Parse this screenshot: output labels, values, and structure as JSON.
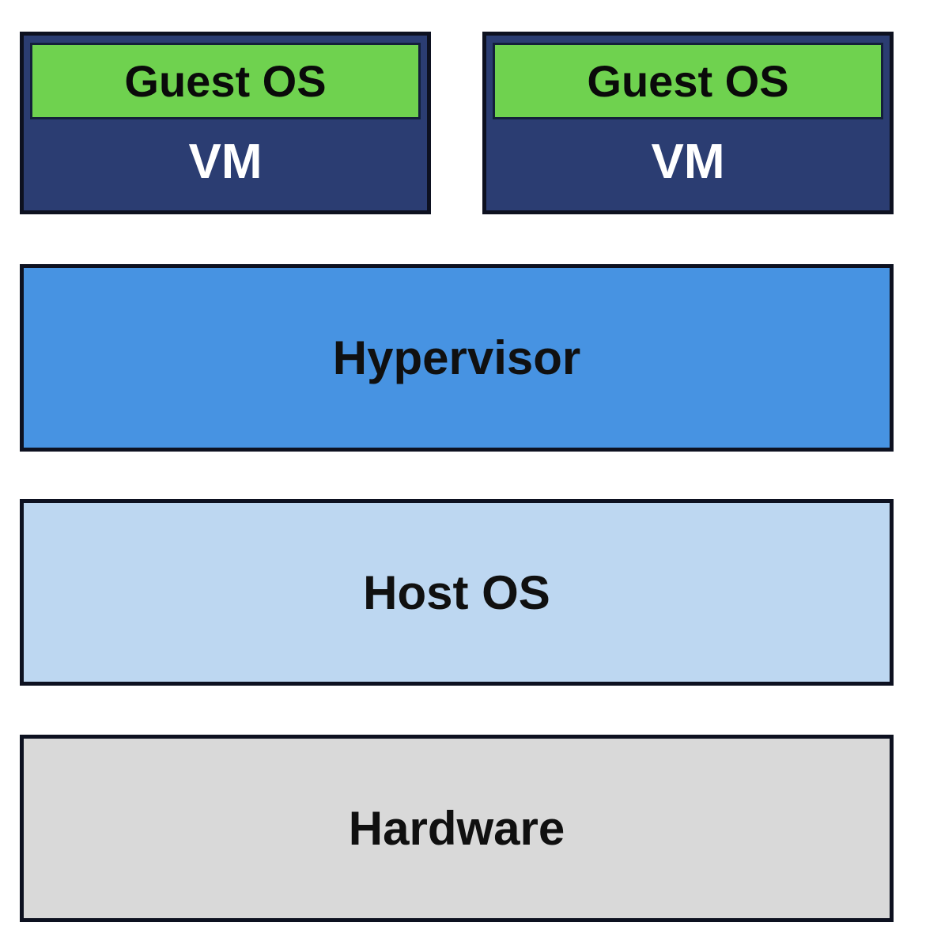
{
  "diagram": {
    "type": "virtualization-stack-diagram",
    "vms": [
      {
        "guest_os_label": "Guest OS",
        "vm_label": "VM"
      },
      {
        "guest_os_label": "Guest OS",
        "vm_label": "VM"
      }
    ],
    "layers": [
      {
        "id": "hypervisor",
        "label": "Hypervisor",
        "fill": "#4793e2"
      },
      {
        "id": "host-os",
        "label": "Host OS",
        "fill": "#bdd7f1"
      },
      {
        "id": "hardware",
        "label": "Hardware",
        "fill": "#d9d9d9"
      }
    ],
    "colors": {
      "background": "#ffffff",
      "border": "#0d1120",
      "vm_fill": "#2b3d72",
      "vm_text": "#ffffff",
      "guest_os_fill": "#6fd24f",
      "guest_os_text": "#0a0a0a",
      "layer_text": "#101010"
    }
  }
}
